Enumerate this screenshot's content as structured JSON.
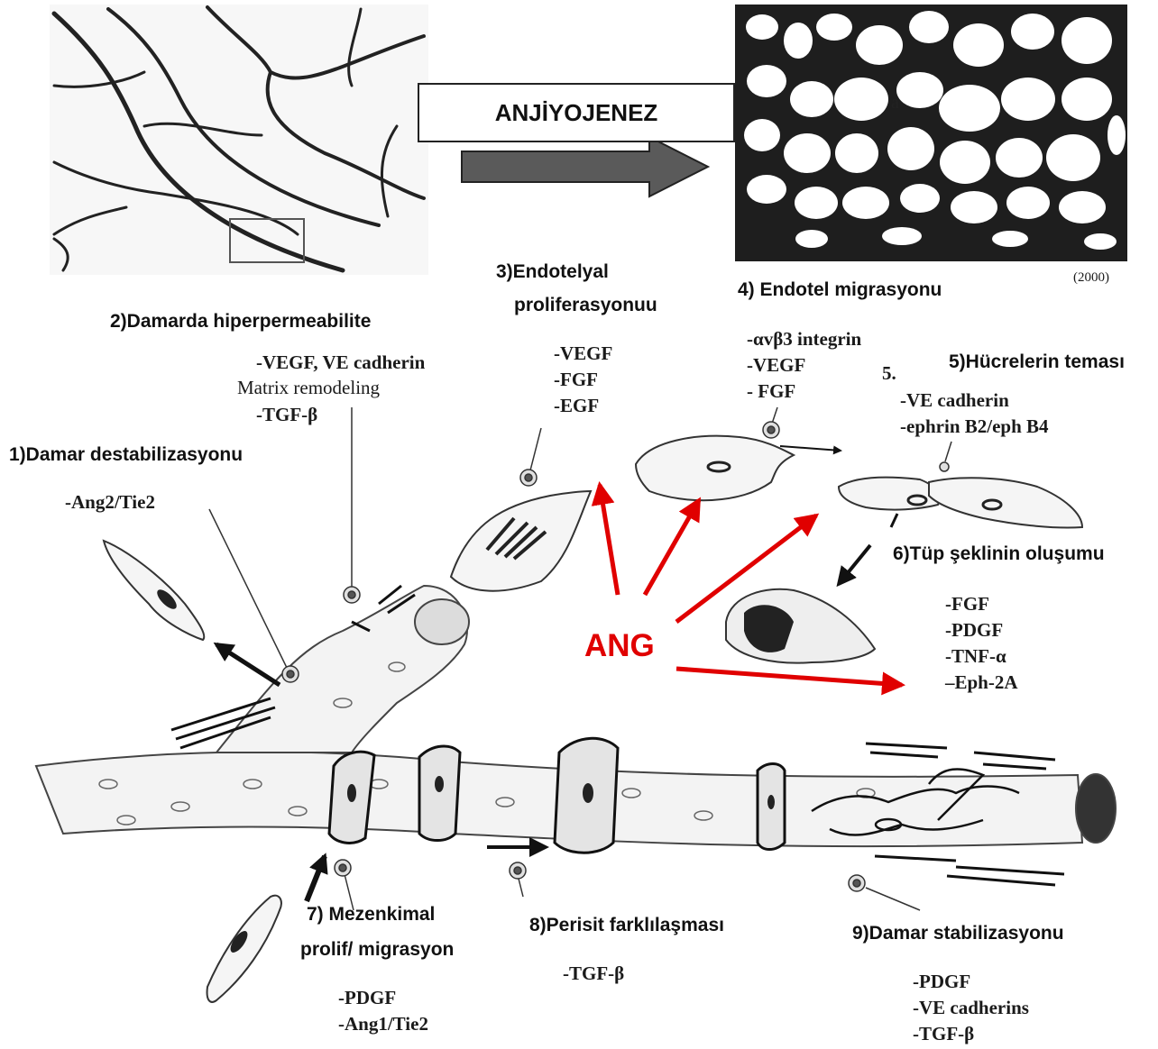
{
  "title": "ANJİYOJENEZ",
  "center_label": "ANG",
  "year": "(2000)",
  "colors": {
    "accent": "#e00000",
    "ink": "#111111"
  },
  "steps": [
    {
      "label": "1)Damar destabilizasyonu",
      "factors": [
        "-Ang2/Tie2"
      ]
    },
    {
      "label": "2)Damarda hiperpermeabilite",
      "factors": [
        "-VEGF, VE cadherin",
        "Matrix remodeling",
        "-TGF-β"
      ]
    },
    {
      "label_line1": "3)Endotelyal",
      "label_line2": "proliferasyonuu",
      "factors": [
        "-VEGF",
        "-FGF",
        "-EGF"
      ]
    },
    {
      "label": "4) Endotel migrasyonu",
      "factors": [
        "-αvβ3 integrin",
        "-VEGF",
        "- FGF"
      ]
    },
    {
      "label": "5)Hücrelerin teması",
      "num": "5.",
      "factors": [
        "-VE cadherin",
        "-ephrin B2/eph B4"
      ]
    },
    {
      "label": "6)Tüp şeklinin oluşumu",
      "factors": [
        "-FGF",
        "-PDGF",
        "-TNF-α",
        "–Eph-2A"
      ]
    },
    {
      "label_line1": "7) Mezenkimal",
      "label_line2": "prolif/ migrasyon",
      "factors": [
        "-PDGF",
        "-Ang1/Tie2"
      ]
    },
    {
      "label": "8)Perisit  farklılaşması",
      "factors": [
        "-TGF-β"
      ]
    },
    {
      "label": "9)Damar stabilizasyonu",
      "factors": [
        "-PDGF",
        "-VE cadherins",
        "-TGF-β"
      ]
    }
  ]
}
